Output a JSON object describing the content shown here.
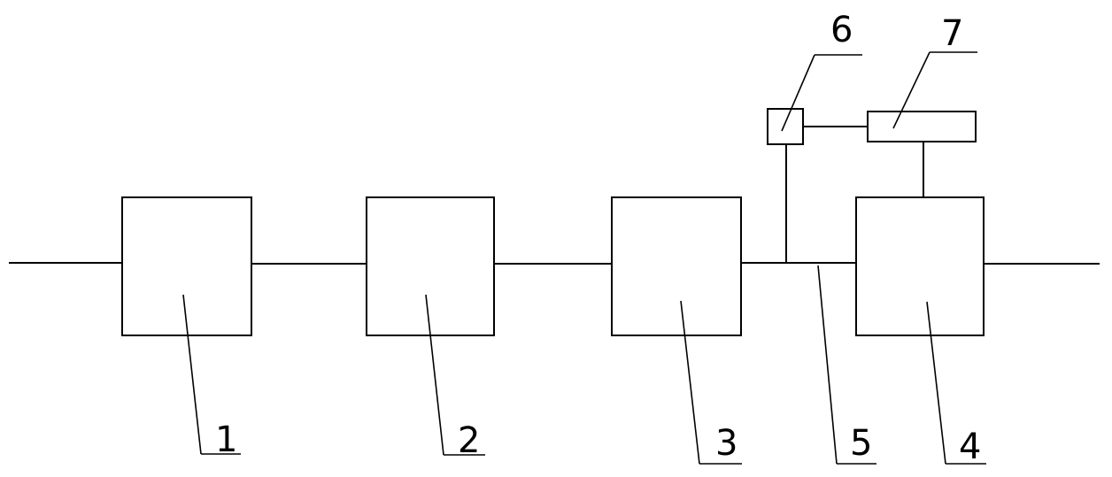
{
  "diagram": {
    "callouts": {
      "block_1": "1",
      "block_2": "2",
      "block_3": "3",
      "block_4": "4",
      "pipe_5": "5",
      "device_6": "6",
      "device_7": "7"
    }
  }
}
